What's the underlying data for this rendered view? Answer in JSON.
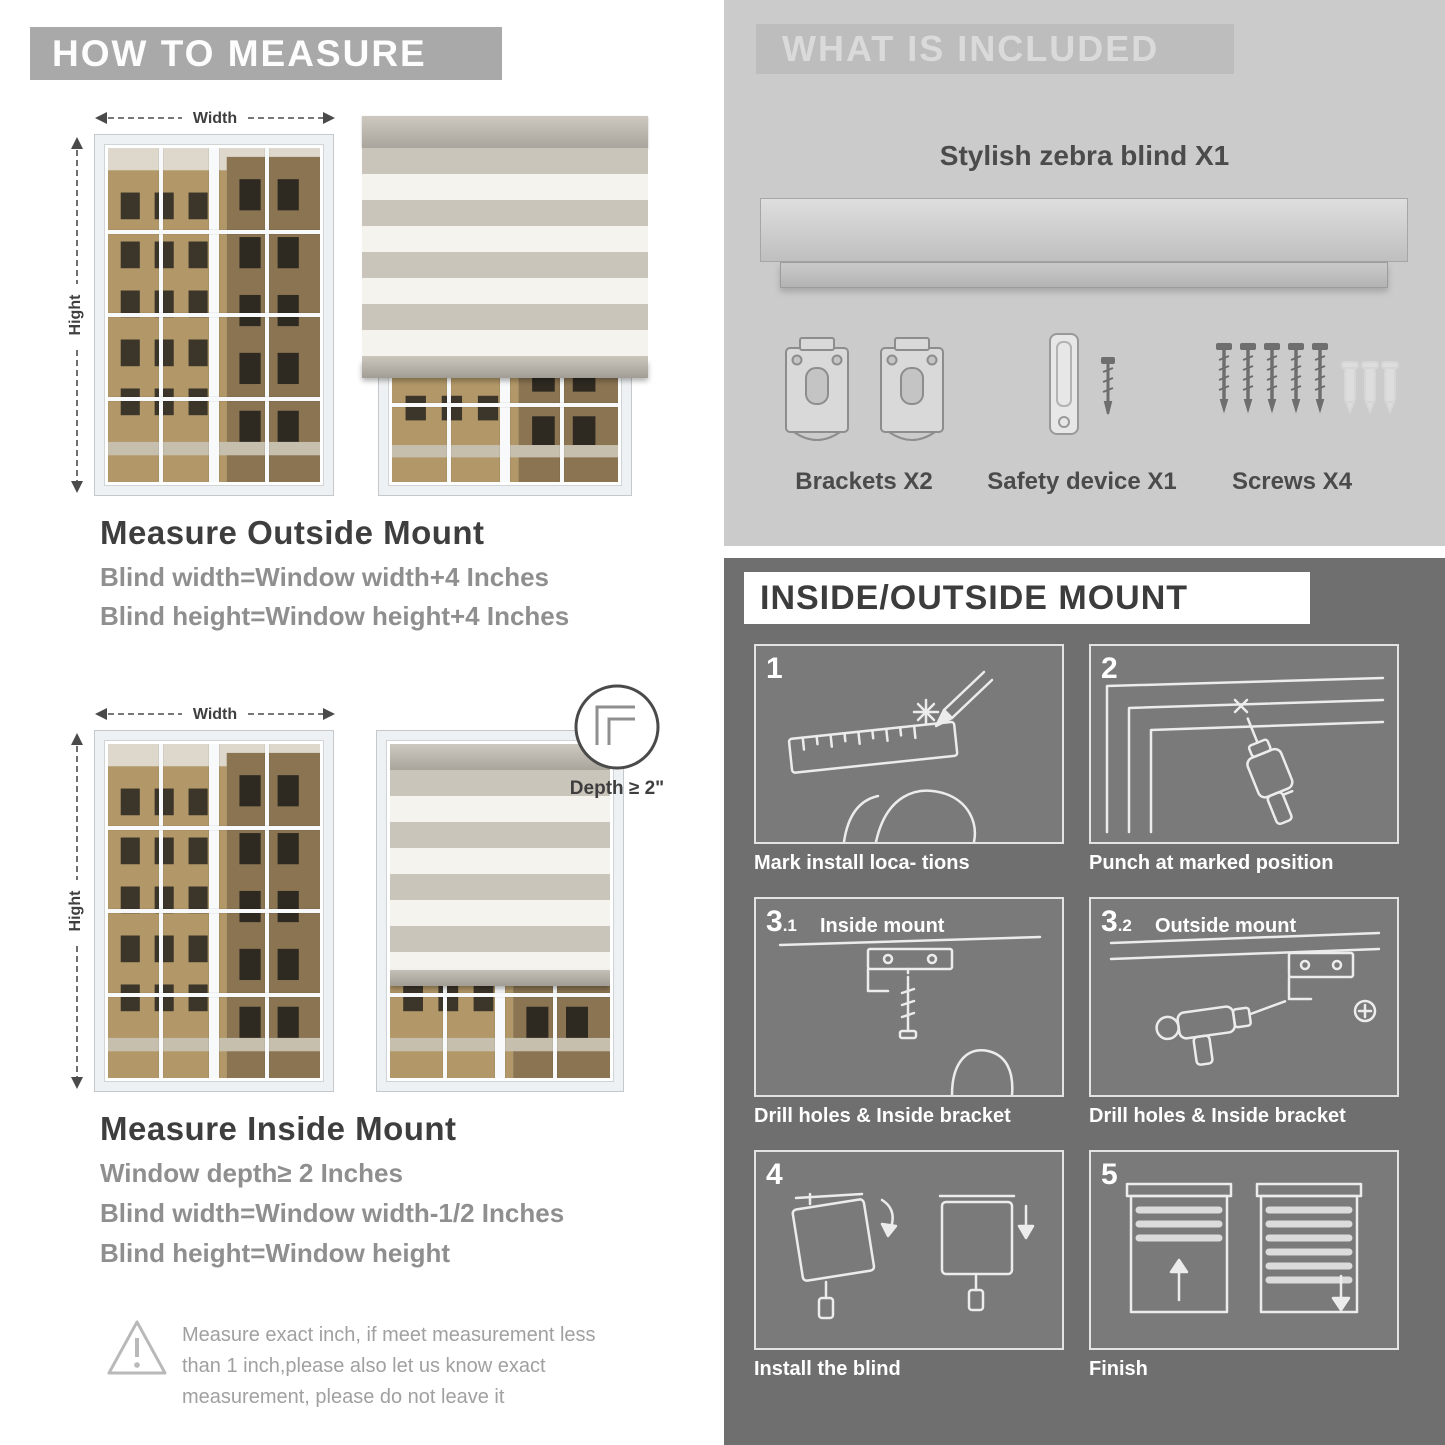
{
  "colors": {
    "banner_gray": "#a9a9a9",
    "panel_light_gray": "#cbcbcb",
    "panel_dark_gray": "#6f6f6f",
    "blind_stripe": "#c9c5bb"
  },
  "left": {
    "banner": "HOW TO MEASURE",
    "labels": {
      "width": "Width",
      "height": "Hight",
      "depth": "Depth ≥ 2\""
    },
    "outside": {
      "title": "Measure Outside Mount",
      "line1": "Blind width=Window width+4 Inches",
      "line2": "Blind height=Window height+4 Inches"
    },
    "inside": {
      "title": "Measure Inside Mount",
      "line1": "Window depth≥ 2 Inches",
      "line2": "Blind width=Window width-1/2 Inches",
      "line3": "Blind height=Window height"
    },
    "note": "Measure exact inch, if meet measurement less than 1 inch,please also let us know exact measurement, please do not leave it"
  },
  "included": {
    "banner": "WHAT IS INCLUDED",
    "blind_label": "Stylish zebra blind X1",
    "items": [
      {
        "label": "Brackets X2"
      },
      {
        "label": "Safety device X1"
      },
      {
        "label": "Screws X4"
      }
    ]
  },
  "mount": {
    "banner": "INSIDE/OUTSIDE MOUNT",
    "steps": [
      {
        "num": "1",
        "sub": "",
        "title": "",
        "caption": "Mark install loca- tions"
      },
      {
        "num": "2",
        "sub": "",
        "title": "",
        "caption": "Punch at  marked position"
      },
      {
        "num": "3",
        "sub": ".1",
        "title": "Inside mount",
        "caption": "Drill holes &  Inside bracket"
      },
      {
        "num": "3",
        "sub": ".2",
        "title": "Outside mount",
        "caption": "Drill holes &  Inside bracket"
      },
      {
        "num": "4",
        "sub": "",
        "title": "",
        "caption": "Install the blind"
      },
      {
        "num": "5",
        "sub": "",
        "title": "",
        "caption": "Finish"
      }
    ]
  }
}
